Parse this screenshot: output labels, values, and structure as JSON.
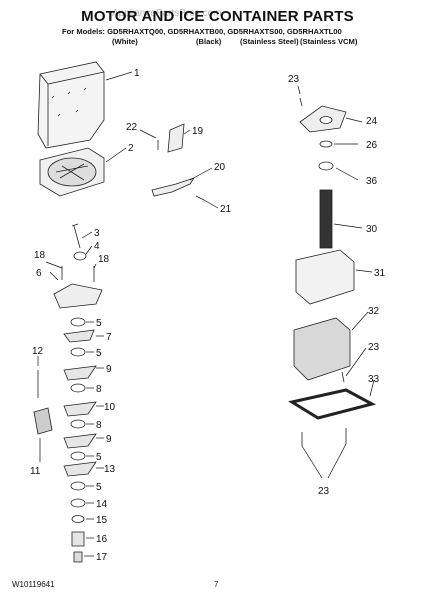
{
  "header": {
    "title": "MOTOR AND ICE CONTAINER PARTS",
    "watermark": "AppliancePartsPros.com",
    "models": "For Models: GD5RHAXTQ00, GD5RHAXTB00, GD5RHAXTS00, GD5RHAXTL00",
    "colors": [
      "(White)",
      "(Black)",
      "(Stainless Steel)",
      "(Stainless VCM)"
    ]
  },
  "callouts": {
    "n1": "1",
    "n2": "2",
    "n3": "3",
    "n4": "4",
    "n6": "6",
    "n18a": "18",
    "n18b": "18",
    "n5a": "5",
    "n7": "7",
    "n5b": "5",
    "n9a": "9",
    "n8a": "8",
    "n10": "10",
    "n8b": "8",
    "n9b": "9",
    "n5c": "5",
    "n13": "13",
    "n5d": "5",
    "n14": "14",
    "n15": "15",
    "n16": "16",
    "n17": "17",
    "n12": "12",
    "n11": "11",
    "n22": "22",
    "n19": "19",
    "n20": "20",
    "n21": "21",
    "n23a": "23",
    "n24": "24",
    "n26": "26",
    "n36": "36",
    "n30": "30",
    "n31": "31",
    "n32": "32",
    "n23b": "23",
    "n33": "33",
    "n23c": "23"
  },
  "footer": {
    "doc_number": "W10119641",
    "page": "7"
  }
}
